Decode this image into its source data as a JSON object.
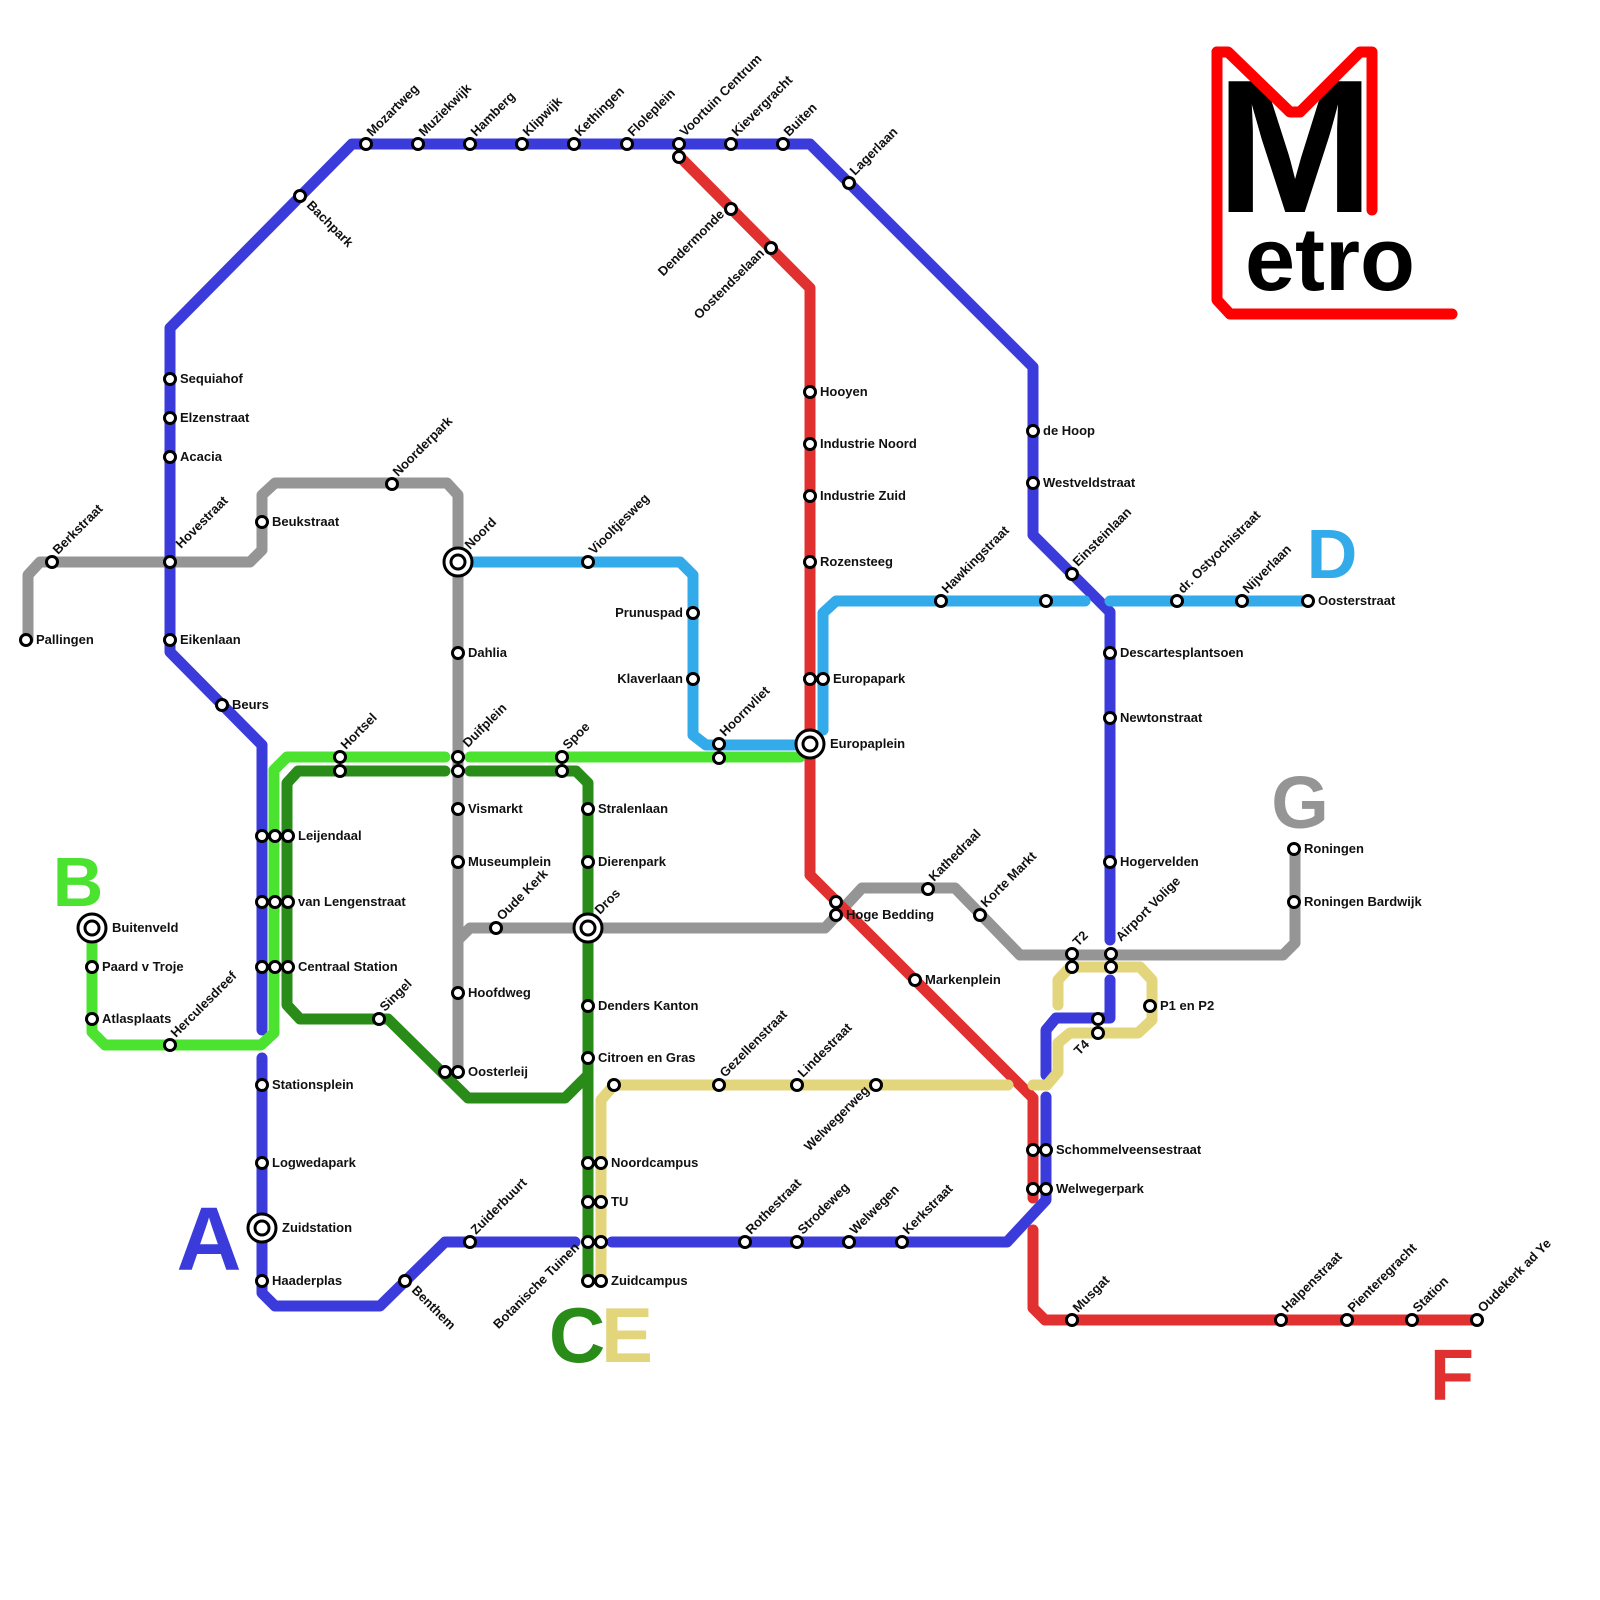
{
  "title": {
    "big_letter": "M",
    "rest": "etro",
    "frame_color": "#ff0000",
    "text_color": "#000000"
  },
  "lines": [
    {
      "id": "A",
      "color": "#3b3bdb"
    },
    {
      "id": "B",
      "color": "#4be32f"
    },
    {
      "id": "C",
      "color": "#2a8c18"
    },
    {
      "id": "D",
      "color": "#33aaea"
    },
    {
      "id": "E",
      "color": "#e2d57c"
    },
    {
      "id": "F",
      "color": "#e03030"
    },
    {
      "id": "G",
      "color": "#959595"
    }
  ],
  "stations": [
    {
      "name": "Mozartweg",
      "interchange": false
    },
    {
      "name": "Muziekwijk",
      "interchange": false
    },
    {
      "name": "Hamberg",
      "interchange": false
    },
    {
      "name": "Klipwijk",
      "interchange": false
    },
    {
      "name": "Kethingen",
      "interchange": false
    },
    {
      "name": "Floleplein",
      "interchange": false
    },
    {
      "name": "Voortuin Centrum",
      "interchange": false
    },
    {
      "name": "Kievergracht",
      "interchange": false
    },
    {
      "name": "Buiten",
      "interchange": false
    },
    {
      "name": "Lagerlaan",
      "interchange": false
    },
    {
      "name": "Bachpark",
      "interchange": false
    },
    {
      "name": "Dendermonde",
      "interchange": false
    },
    {
      "name": "Oostendselaan",
      "interchange": false
    },
    {
      "name": "Sequiahof",
      "interchange": false
    },
    {
      "name": "Elzenstraat",
      "interchange": false
    },
    {
      "name": "Acacia",
      "interchange": false
    },
    {
      "name": "Hovestraat",
      "interchange": false
    },
    {
      "name": "Berkstraat",
      "interchange": false
    },
    {
      "name": "Pallingen",
      "interchange": false
    },
    {
      "name": "Beukstraat",
      "interchange": false
    },
    {
      "name": "Noorderpark",
      "interchange": false
    },
    {
      "name": "Noord",
      "interchange": true
    },
    {
      "name": "Viooltjesweg",
      "interchange": false
    },
    {
      "name": "Eikenlaan",
      "interchange": false
    },
    {
      "name": "Beurs",
      "interchange": false
    },
    {
      "name": "Dahlia",
      "interchange": false
    },
    {
      "name": "Prunuspad",
      "interchange": false
    },
    {
      "name": "Klaverlaan",
      "interchange": false
    },
    {
      "name": "Hooyen",
      "interchange": false
    },
    {
      "name": "Industrie Noord",
      "interchange": false
    },
    {
      "name": "Industrie Zuid",
      "interchange": false
    },
    {
      "name": "Rozensteeg",
      "interchange": false
    },
    {
      "name": "de Hoop",
      "interchange": false
    },
    {
      "name": "Westveldstraat",
      "interchange": false
    },
    {
      "name": "Hawkingstraat",
      "interchange": false
    },
    {
      "name": "Einsteinlaan",
      "interchange": false
    },
    {
      "name": "dr. Ostyochistraat",
      "interchange": false
    },
    {
      "name": "Nijverlaan",
      "interchange": false
    },
    {
      "name": "Oosterstraat",
      "interchange": false
    },
    {
      "name": "Descartesplantsoen",
      "interchange": false
    },
    {
      "name": "Newtonstraat",
      "interchange": false
    },
    {
      "name": "Europapark",
      "interchange": false
    },
    {
      "name": "Europaplein",
      "interchange": true
    },
    {
      "name": "Hoornvliet",
      "interchange": false
    },
    {
      "name": "Hortsel",
      "interchange": false
    },
    {
      "name": "Duifplein",
      "interchange": false
    },
    {
      "name": "Spoe",
      "interchange": false
    },
    {
      "name": "Vismarkt",
      "interchange": false
    },
    {
      "name": "Stralenlaan",
      "interchange": false
    },
    {
      "name": "Leijendaal",
      "interchange": false
    },
    {
      "name": "Museumplein",
      "interchange": false
    },
    {
      "name": "Dierenpark",
      "interchange": false
    },
    {
      "name": "van Lengenstraat",
      "interchange": false
    },
    {
      "name": "Oude Kerk",
      "interchange": false
    },
    {
      "name": "Dros",
      "interchange": true
    },
    {
      "name": "Centraal Station",
      "interchange": false
    },
    {
      "name": "Hoofdweg",
      "interchange": false
    },
    {
      "name": "Denders Kanton",
      "interchange": false
    },
    {
      "name": "Singel",
      "interchange": false
    },
    {
      "name": "Oosterleij",
      "interchange": false
    },
    {
      "name": "Citroen en Gras",
      "interchange": false
    },
    {
      "name": "Gezellenstraat",
      "interchange": false
    },
    {
      "name": "Lindestraat",
      "interchange": false
    },
    {
      "name": "Welwegerweg",
      "interchange": false
    },
    {
      "name": "Buitenveld",
      "interchange": true
    },
    {
      "name": "Paard v Troje",
      "interchange": false
    },
    {
      "name": "Atlasplaats",
      "interchange": false
    },
    {
      "name": "Herculesdreef",
      "interchange": false
    },
    {
      "name": "Stationsplein",
      "interchange": false
    },
    {
      "name": "Logwedapark",
      "interchange": false
    },
    {
      "name": "Zuidstation",
      "interchange": true
    },
    {
      "name": "Haaderplas",
      "interchange": false
    },
    {
      "name": "Benthem",
      "interchange": false
    },
    {
      "name": "Zuiderbuurt",
      "interchange": false
    },
    {
      "name": "Noordcampus",
      "interchange": false
    },
    {
      "name": "TU",
      "interchange": false
    },
    {
      "name": "Botanische Tuinen",
      "interchange": false
    },
    {
      "name": "Zuidcampus",
      "interchange": false
    },
    {
      "name": "Rothestraat",
      "interchange": false
    },
    {
      "name": "Strodeweg",
      "interchange": false
    },
    {
      "name": "Welwegen",
      "interchange": false
    },
    {
      "name": "Kerkstraat",
      "interchange": false
    },
    {
      "name": "Kathedraal",
      "interchange": false
    },
    {
      "name": "Hoge Bedding",
      "interchange": false
    },
    {
      "name": "Korte Markt",
      "interchange": false
    },
    {
      "name": "Markenplein",
      "interchange": false
    },
    {
      "name": "T2",
      "interchange": false
    },
    {
      "name": "Airport Volige",
      "interchange": false
    },
    {
      "name": "Hogervelden",
      "interchange": false
    },
    {
      "name": "Roningen",
      "interchange": false
    },
    {
      "name": "Roningen Bardwijk",
      "interchange": false
    },
    {
      "name": "P1 en P2",
      "interchange": false
    },
    {
      "name": "T4",
      "interchange": false
    },
    {
      "name": "Schommelveensestraat",
      "interchange": false
    },
    {
      "name": "Welwegerpark",
      "interchange": false
    },
    {
      "name": "Musgat",
      "interchange": false
    },
    {
      "name": "Halpenstraat",
      "interchange": false
    },
    {
      "name": "Pienteregracht",
      "interchange": false
    },
    {
      "name": "Station",
      "interchange": false
    },
    {
      "name": "Oudekerk ad Ye",
      "interchange": false
    }
  ]
}
